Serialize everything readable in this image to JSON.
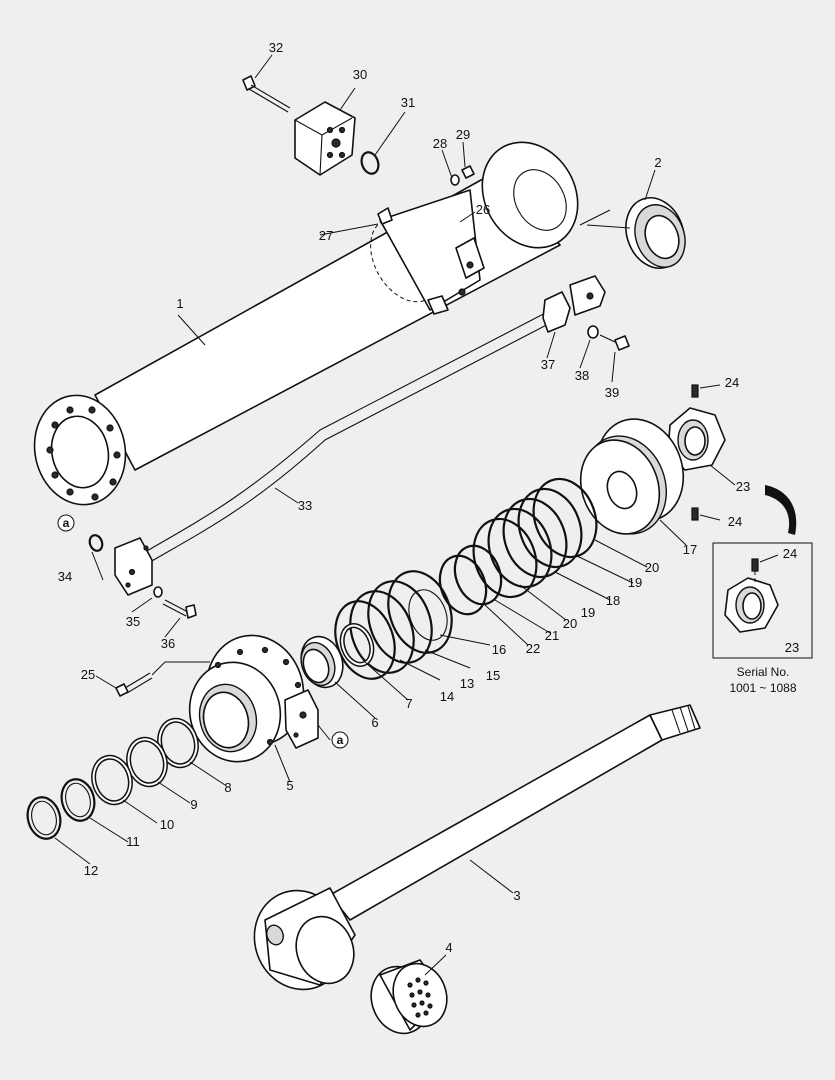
{
  "callouts": {
    "c1": "1",
    "c2": "2",
    "c3": "3",
    "c4": "4",
    "c5": "5",
    "c6": "6",
    "c7": "7",
    "c8": "8",
    "c9": "9",
    "c10": "10",
    "c11": "11",
    "c12": "12",
    "c13": "13",
    "c14": "14",
    "c15": "15",
    "c16": "16",
    "c17": "17",
    "c18": "18",
    "c19": "19",
    "c20": "20",
    "c21": "21",
    "c22": "22",
    "c23": "23",
    "c24": "24",
    "c25": "25",
    "c26": "26",
    "c27": "27",
    "c28": "28",
    "c29": "29",
    "c30": "30",
    "c31": "31",
    "c32": "32",
    "c33": "33",
    "c34": "34",
    "c35": "35",
    "c36": "36",
    "c37": "37",
    "c38": "38",
    "c39": "39"
  },
  "ref_marker": "a",
  "inset": {
    "serial_label": "Serial No.",
    "serial_range": "1001 ~ 1088"
  }
}
